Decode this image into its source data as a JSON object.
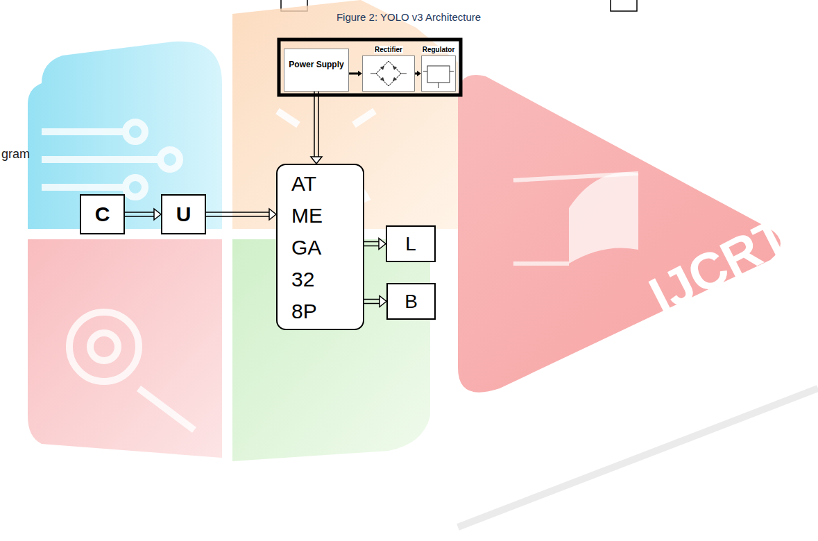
{
  "diagram": {
    "nodes": [
      {
        "text": [
          "Power Supply"
        ]
      },
      {
        "text": [
          "Rectifier"
        ]
      },
      {
        "text": [
          "Regulator"
        ]
      },
      {
        "text": [
          "C"
        ]
      },
      {
        "text": [
          "U"
        ]
      },
      {
        "text": [
          "AT ME GA 32 8P"
        ]
      },
      {
        "text": [
          "L"
        ]
      },
      {
        "text": [
          "B"
        ]
      }
    ],
    "edges": [
      {
        "from": 0,
        "to": 1,
        "arrow": "to"
      },
      {
        "from": 1,
        "to": 2,
        "arrow": "to"
      },
      {
        "from": 0,
        "to": 5,
        "arrow": "to"
      },
      {
        "from": 3,
        "to": 4,
        "arrow": "to"
      },
      {
        "from": 4,
        "to": 5,
        "arrow": "to"
      },
      {
        "from": 5,
        "to": 6,
        "arrow": "to"
      },
      {
        "from": 5,
        "to": 7,
        "arrow": "to"
      }
    ],
    "labels": [
      "Figure 2: YOLO v3 Architecture",
      "gram",
      "IJCRT"
    ]
  }
}
